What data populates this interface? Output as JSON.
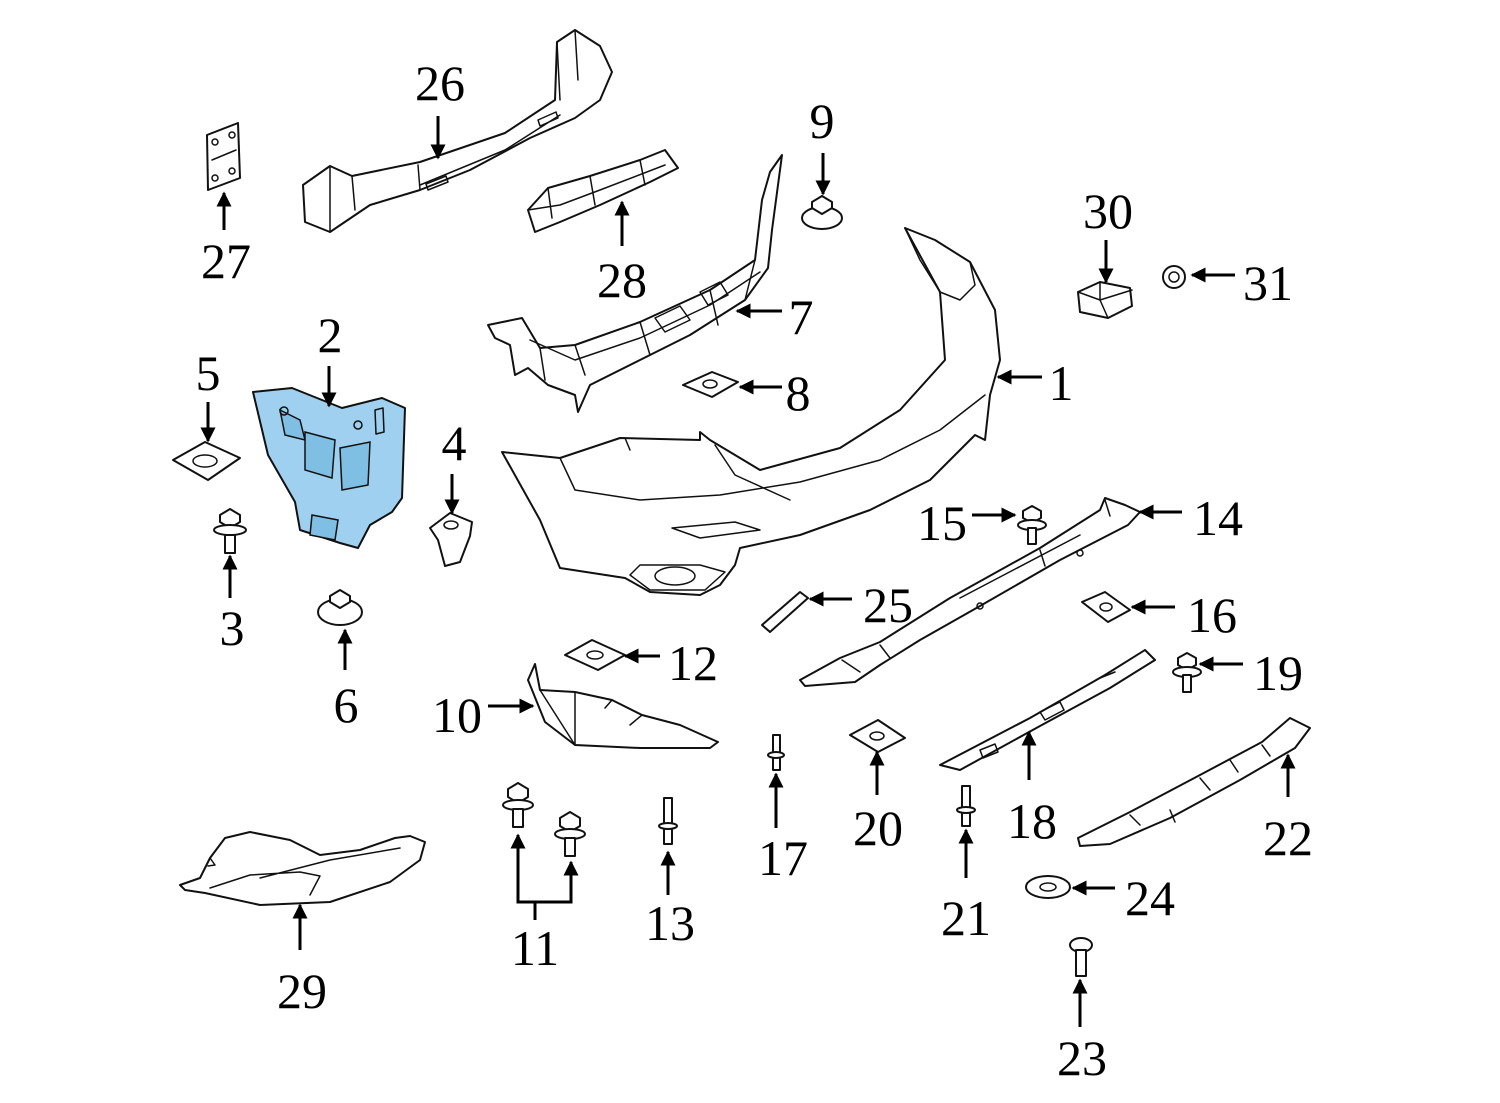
{
  "highlight_color": "#9fd0ef",
  "highlighted_part": "2",
  "callouts": {
    "c1": "1",
    "c2": "2",
    "c3": "3",
    "c4": "4",
    "c5": "5",
    "c6": "6",
    "c7": "7",
    "c8": "8",
    "c9": "9",
    "c10": "10",
    "c11": "11",
    "c12": "12",
    "c13": "13",
    "c14": "14",
    "c15": "15",
    "c16": "16",
    "c17": "17",
    "c18": "18",
    "c19": "19",
    "c20": "20",
    "c21": "21",
    "c22": "22",
    "c23": "23",
    "c24": "24",
    "c25": "25",
    "c26": "26",
    "c27": "27",
    "c28": "28",
    "c29": "29",
    "c30": "30",
    "c31": "31"
  }
}
